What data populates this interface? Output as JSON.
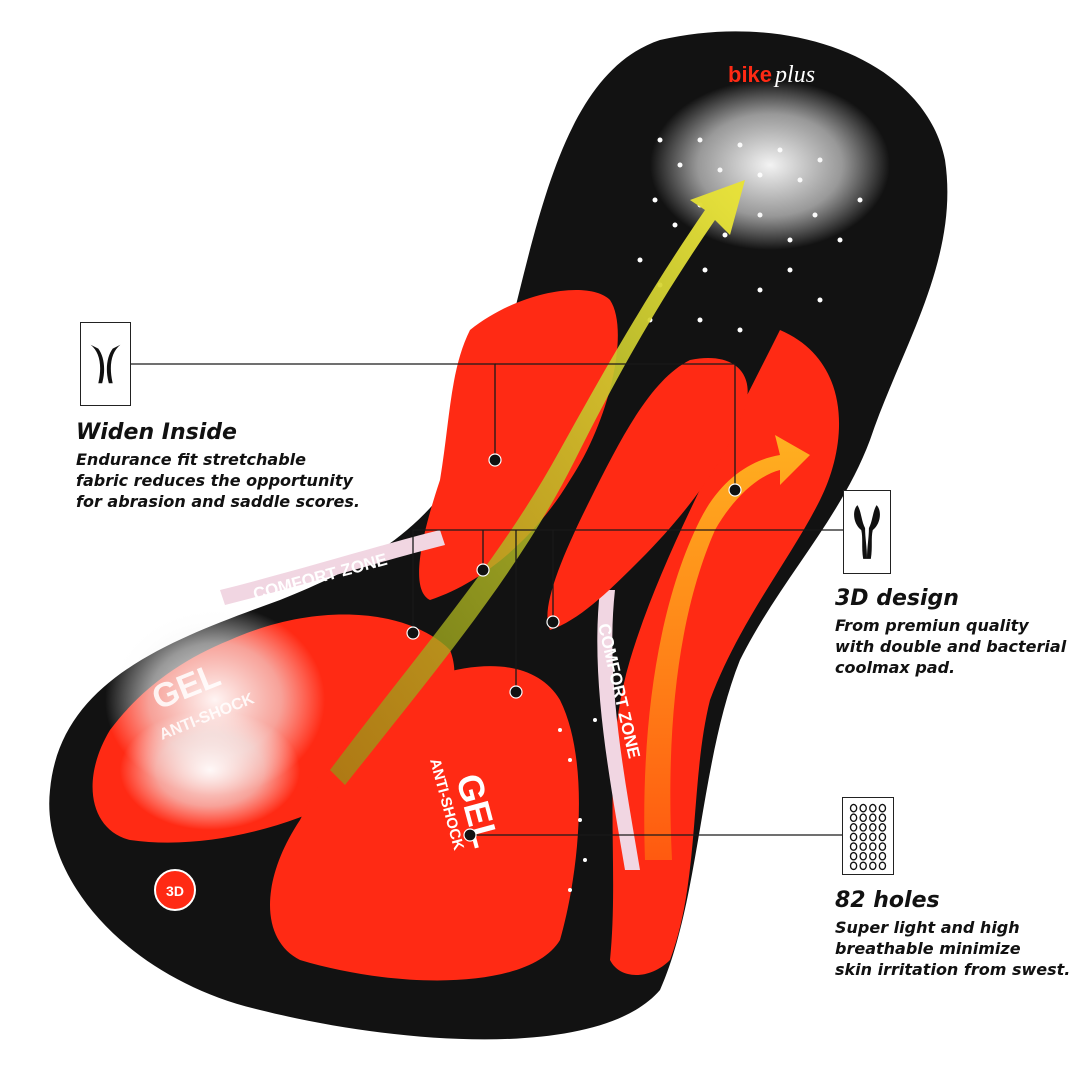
{
  "brand": {
    "logo_text_bold": "bike",
    "logo_text_script": "plus",
    "badge_text": "3D",
    "accent_color": "#ff2a14",
    "pad_color": "#121212"
  },
  "pad_labels": {
    "comfort_zone_left": "COMFORT ZONE",
    "comfort_zone_right": "COMFORT ZONE",
    "gel_left_title": "GEL",
    "gel_left_sub": "ANTI-SHOCK",
    "gel_right_title": "GEL",
    "gel_right_sub": "ANTI-SHOCK"
  },
  "features": {
    "widen": {
      "icon": "widen-inside-icon",
      "title": "Widen Inside",
      "lines": [
        "Endurance fit stretchable",
        "fabric reduces the opportunity",
        "for abrasion and saddle scores."
      ]
    },
    "design3d": {
      "icon": "3d-pad-icon",
      "title": "3D design",
      "lines": [
        "From premiun quality",
        "with double and bacterial",
        "coolmax pad."
      ]
    },
    "holes": {
      "icon": "holes-grid-icon",
      "title": "82 holes",
      "lines": [
        "Super light and high",
        "breathable minimize",
        "skin irritation from swest."
      ]
    }
  }
}
